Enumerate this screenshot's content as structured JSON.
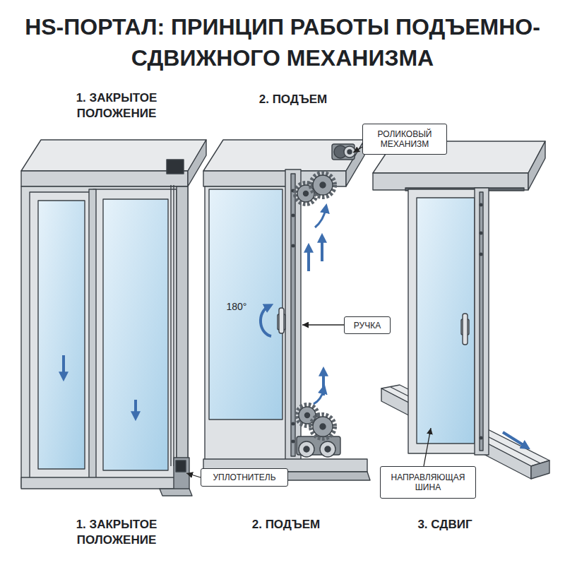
{
  "diagram": {
    "title": "HS-ПОРТАЛ: ПРИНЦИП РАБОТЫ ПОДЪЕМНО-СДВИЖНОГО МЕХАНИЗМА",
    "nodes": [
      {
        "text": [
          "РОЛИКОВЫЙ МЕХАНИЗМ"
        ]
      },
      {
        "text": [
          "РУЧКА"
        ]
      },
      {
        "text": [
          "УПЛОТНИТЕЛЬ"
        ]
      },
      {
        "text": [
          "НАПРАВЛЯЮЩАЯ ШИНА"
        ]
      }
    ],
    "labels": [
      "1. ЗАКРЫТОЕ ПОЛОЖЕНИЕ",
      "2. ПОДЪЕМ",
      "180°",
      "1. ЗАКРЫТОЕ ПОЛОЖЕНИЕ",
      "2. ПОДЪЕМ",
      "3. СДВИГ"
    ]
  }
}
